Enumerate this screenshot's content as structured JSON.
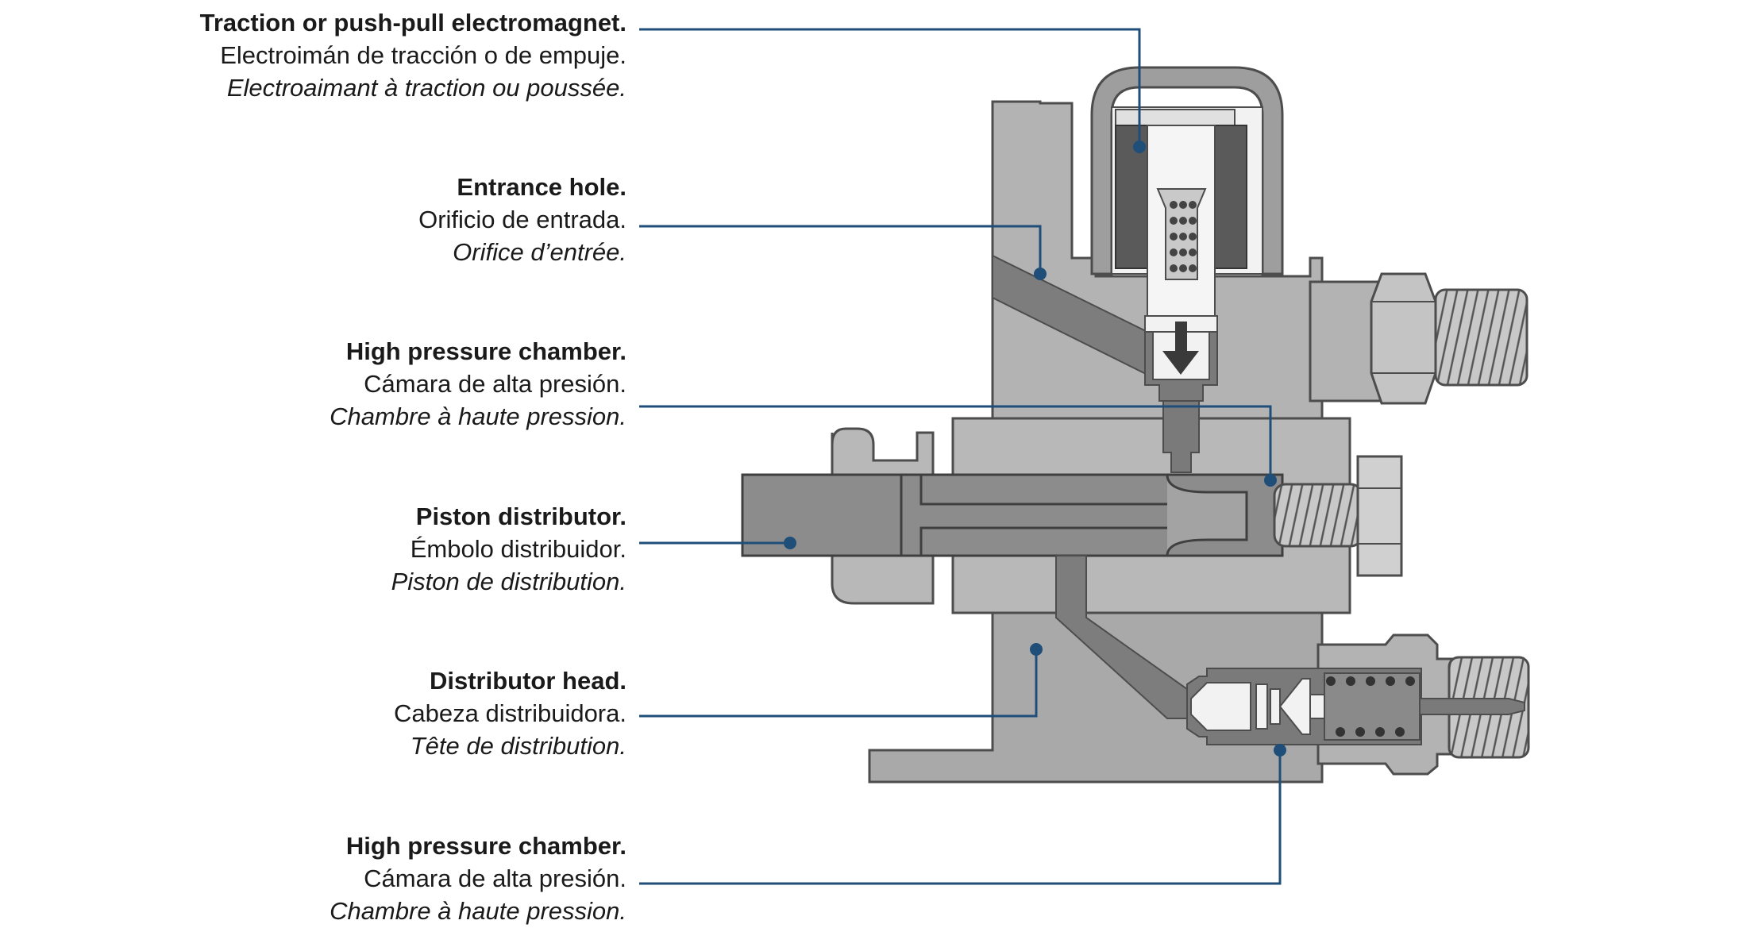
{
  "labels": [
    {
      "en": "Traction or push-pull electromagnet.",
      "es": "Electroimán de tracción o de empuje.",
      "fr": "Electroaimant à traction ou poussée."
    },
    {
      "en": "Entrance hole.",
      "es": "Orificio de entrada.",
      "fr": "Orifice d’entrée."
    },
    {
      "en": "High pressure chamber.",
      "es": "Cámara de alta presión.",
      "fr": "Chambre à haute pression."
    },
    {
      "en": "Piston distributor.",
      "es": "Émbolo distribuidor.",
      "fr": "Piston de distribution."
    },
    {
      "en": "Distributor head.",
      "es": "Cabeza distribuidora.",
      "fr": "Tête de distribution."
    },
    {
      "en": "High pressure chamber.",
      "es": "Cámara de alta presión.",
      "fr": "Chambre à haute pression."
    }
  ],
  "colors": {
    "leader_line": "#1f4e79",
    "body_light": "#b3b3b3",
    "body_mid": "#a6a6a6",
    "channel_dark": "#7d7d7d",
    "piston": "#8c8c8c",
    "outline": "#4d4d4d",
    "coil": "#5a5a5a",
    "white_part": "#f2f2f2"
  }
}
